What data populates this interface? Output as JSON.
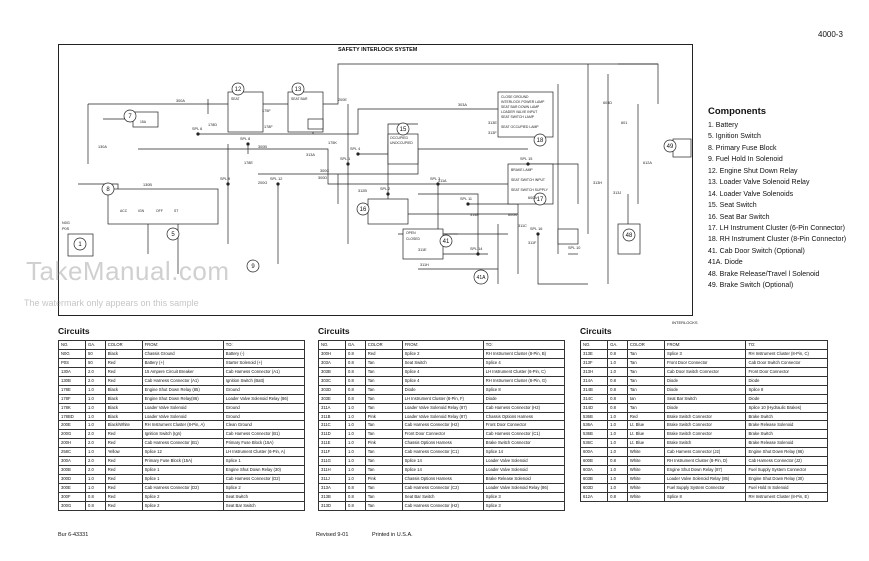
{
  "page_number": "4000-3",
  "diagram": {
    "title": "SAFETY INTERLOCK SYSTEM",
    "corner_label": "INTERLOCKS",
    "node_numbers": [
      "7",
      "12",
      "13",
      "15",
      "16",
      "5",
      "8",
      "9",
      "17",
      "18",
      "41",
      "41A",
      "48",
      "49",
      "1"
    ],
    "wire_labels": [
      "300A",
      "175F",
      "178D",
      "200E",
      "175K",
      "300B",
      "313A",
      "300C",
      "300D",
      "303A",
      "311A",
      "311C",
      "311F",
      "311E",
      "311H",
      "312B",
      "313E",
      "313F",
      "313H",
      "313J",
      "314E",
      "178E",
      "200G",
      "600A",
      "600B",
      "612A",
      "601",
      "603D",
      "SPL 6",
      "SPL 8",
      "SPL 12",
      "SPL 1",
      "SPL 2",
      "SPL 14",
      "SPL 3",
      "SPL 11",
      "SPL 15",
      "SPL 16",
      "SPL 4",
      "SPL 9",
      "SPL 10",
      "N0G",
      "P0S",
      "130A",
      "130B",
      "178F"
    ],
    "cluster_labels": [
      "CLOSE GROUND",
      "INTERLOCK POWER LAMP",
      "SEAT BAR DOWN LAMP",
      "LOADER VALVE INPUT",
      "SEAT SWITCH LAMP",
      "SEAT OCCUPIED LAMP",
      "BRAKE LAMP",
      "SEAT SWITCH INPUT",
      "SEAT SWITCH SUPPLY"
    ],
    "switch_labels": [
      "OCCUPIED",
      "UNOCCUPIED",
      "OPEN",
      "CLOSED"
    ],
    "relay_labels": [
      "SEAT",
      "SEAT BAR"
    ],
    "ignition_labels": [
      "ACC",
      "IGN",
      "OFF",
      "ST"
    ],
    "fuse_label": "15A"
  },
  "watermark": {
    "brand": "TakeManual.com",
    "note": "The watermark only appears on this sample"
  },
  "components": {
    "title": "Components",
    "items": [
      "1. Battery",
      "5. Ignition Switch",
      "8. Primary Fuse Block",
      "9. Fuel Hold In Solenoid",
      "12. Engine Shut Down Relay",
      "13. Loader Valve Solenoid Relay",
      "14. Loader Valve Solenoids",
      "15. Seat Switch",
      "16. Seat Bar Switch",
      "17. LH Instrument Cluster (6-Pin Connector)",
      "18. RH Instrument Cluster (8-Pin Connector)",
      "41. Cab Door Switch (Optional)",
      "41A. Diode",
      "48. Brake Release/Travel l Solenoid",
      "49. Brake Switch (Optional)"
    ]
  },
  "circuits_title": "Circuits",
  "table_headers": [
    "NO.",
    "GA.",
    "COLOR",
    "FROM:",
    "TO:"
  ],
  "circuits": [
    [
      [
        "N0G",
        "50",
        "Black",
        "Chassis Ground",
        "Battery (-)"
      ],
      [
        "P0S",
        "50",
        "Red",
        "Battery (+)",
        "Starter Solenoid (+)"
      ],
      [
        "130A",
        "2.0",
        "Red",
        "15 Ampere Circuit Breaker",
        "Cab Harness Connector (A1)"
      ],
      [
        "130B",
        "2.0",
        "Red",
        "Cab Harness Connector (A1)",
        "Ignition Switch (Batt)"
      ],
      [
        "178E",
        "1.0",
        "Black",
        "Engine Shut Down Relay (85)",
        "Ground"
      ],
      [
        "178F",
        "1.0",
        "Black",
        "Engine Shut Down Relay(86)",
        "Loader Valve Solenoid Relay (86)"
      ],
      [
        "178K",
        "1.0",
        "Black",
        "Loader Valve Solenoid",
        "Ground"
      ],
      [
        "178BD",
        "1.0",
        "Black",
        "Loader Valve Solenoid",
        "Ground"
      ],
      [
        "200E",
        "1.0",
        "Black/White",
        "RH Instrument Cluster (8-Pin, A)",
        "Clean Ground"
      ],
      [
        "200G",
        "2.0",
        "Red",
        "Ignition Switch (Ign)",
        "Cab Harness Connector (B1)"
      ],
      [
        "200H",
        "2.0",
        "Red",
        "Cab Harness Connector (B1)",
        "Primary Fuse Block (15A)"
      ],
      [
        "258C",
        "1.0",
        "Yellow",
        "Splice 12",
        "LH Instrument Cluster (6-Pin, A)"
      ],
      [
        "300A",
        "2.0",
        "Red",
        "Primary Fuse Block (15A)",
        "Splice 1"
      ],
      [
        "300B",
        "2.0",
        "Red",
        "Splice 1",
        "Engine Shut Down Relay (30)"
      ],
      [
        "300D",
        "1.0",
        "Red",
        "Splice 1",
        "Cab Harness Connector (D2)"
      ],
      [
        "300E",
        "1.0",
        "Red",
        "Cab Harness Connector (D2)",
        "Splice 2"
      ],
      [
        "300F",
        "0.8",
        "Red",
        "Splice 2",
        "Seat Switch"
      ],
      [
        "300G",
        "0.8",
        "Red",
        "Splice 2",
        "Seat Bar Switch"
      ]
    ],
    [
      [
        "300H",
        "0.8",
        "Red",
        "Splice 2",
        "RH Instrument Cluster (8-Pin, B)"
      ],
      [
        "303A",
        "0.8",
        "Tan",
        "Seat Switch",
        "Splice 4"
      ],
      [
        "303B",
        "0.8",
        "Tan",
        "Splice 4",
        "LH Instrument Cluster (6-Pin, C)"
      ],
      [
        "303C",
        "0.8",
        "Tan",
        "Splice 4",
        "RH Instrument Cluster (8-Pin, G)"
      ],
      [
        "303D",
        "0.8",
        "Tan",
        "Diode",
        "Splice 8"
      ],
      [
        "303E",
        "0.8",
        "Tan",
        "LH Instrument Cluster (8-Pin, F)",
        "Diode"
      ],
      [
        "311A",
        "1.0",
        "Tan",
        "Loader Valve Solenoid Relay (87)",
        "Cab Harness Connector (H2)"
      ],
      [
        "311B",
        "1.0",
        "Pink",
        "Loader Valve Solenoid Relay (87)",
        "Chassis Options Harness"
      ],
      [
        "311C",
        "1.0",
        "Tan",
        "Cab Harness Connector (H2)",
        "Front Door Connector"
      ],
      [
        "311D",
        "1.0",
        "Tan",
        "Front Door Connector",
        "Cab Harness Connector (C1)"
      ],
      [
        "311E",
        "1.0",
        "Pink",
        "Chassis Options Harness",
        "Brake Switch Connector"
      ],
      [
        "311F",
        "1.0",
        "Tan",
        "Cab Harness Connector (C1)",
        "Splice 14"
      ],
      [
        "311G",
        "1.0",
        "Tan",
        "Splice 14",
        "Loader Valve Solenoid"
      ],
      [
        "311H",
        "1.0",
        "Tan",
        "Splice 14",
        "Loader Valve Solenoid"
      ],
      [
        "311J",
        "1.0",
        "Pink",
        "Chassis Options Harness",
        "Brake Release Solenoid"
      ],
      [
        "313A",
        "0.8",
        "Tan",
        "Cab Harness Connector (C2)",
        "Loader Valve Solenoid Relay (86)"
      ],
      [
        "313B",
        "0.8",
        "Tan",
        "Seat Bar Switch",
        "Splice 3"
      ],
      [
        "313D",
        "0.8",
        "Tan",
        "Cab Harness Connector (H2)",
        "Splice 3"
      ]
    ],
    [
      [
        "313E",
        "0.8",
        "Tan",
        "Splice 3",
        "RH Instrument Cluster (8-Pin, C)"
      ],
      [
        "313F",
        "1.0",
        "Tan",
        "Front Door Connector",
        "Cab Door Switch Connector"
      ],
      [
        "313H",
        "1.0",
        "Tan",
        "Cab Door Switch Connector",
        "Front Door Connector"
      ],
      [
        "314A",
        "0.8",
        "Tan",
        "Diode",
        "Diode"
      ],
      [
        "314B",
        "0.8",
        "Tan",
        "Diode",
        "Splice 8"
      ],
      [
        "314C",
        "0.8",
        "tan",
        "Seat Bar Switch",
        "Diode"
      ],
      [
        "314D",
        "0.8",
        "Tan",
        "Diode",
        "Splice 10 (Hydraulic Brakes)"
      ],
      [
        "536B",
        "1.0",
        "Red",
        "Brake Switch Connector",
        "Brake Switch"
      ],
      [
        "536A",
        "1.0",
        "Lt. Blue",
        "Brake Switch Connector",
        "Brake Release Solenoid"
      ],
      [
        "536B",
        "1.0",
        "Lt. Blue",
        "Brake Switch Connector",
        "Brake Switch"
      ],
      [
        "536C",
        "1.0",
        "Lt. Blue",
        "Brake Switch",
        "Brake Release Solenoid"
      ],
      [
        "600A",
        "1.0",
        "White",
        "Cab Harness Connector (J2)",
        "Engine Shut Down Relay (86)"
      ],
      [
        "600B",
        "0.8",
        "White",
        "RH Instrument Cluster (8-Pin, D)",
        "Cab Harness Connector (J2)"
      ],
      [
        "603A",
        "1.0",
        "White",
        "Engine Shut Down Relay (87)",
        "Fuel Supply System Connector"
      ],
      [
        "603B",
        "1.0",
        "White",
        "Loader Valve Solenoid Relay (85)",
        "Engine Shut Down Relay (30)"
      ],
      [
        "603D",
        "1.0",
        "White",
        "Fuel Supply System Connector",
        "Fuel Hold In Solenoid"
      ],
      [
        "612A",
        "0.8",
        "White",
        "Splice 8",
        "RH Instrument Cluster (8-Pin, E)"
      ]
    ]
  ],
  "footer": {
    "code": "Bur 6-43331",
    "revised": "Revised 9-01",
    "printed": "Printed in U.S.A."
  }
}
